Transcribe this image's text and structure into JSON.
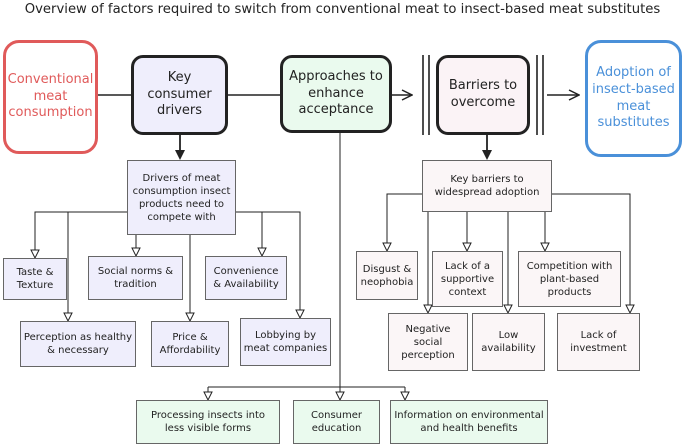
{
  "title": "Overview of factors required to switch from conventional meat to insect-based meat substitutes",
  "nodes": {
    "conventional": "Conventional\nmeat\nconsumption",
    "drivers": "Key consumer\ndrivers",
    "approaches": "Approaches to\nenhance\nacceptance",
    "barriers": "Barriers to\novercome",
    "adoption": "Adoption of\ninsect-based\nmeat\nsubstitutes",
    "drivers_sub": "Drivers of meat\nconsumption insect\nproducts need to\ncompete with",
    "barriers_sub": "Key barriers to\nwidespread adoption",
    "taste": "Taste &\nTexture",
    "social_norms": "Social norms &\ntradition",
    "convenience": "Convenience\n& Availability",
    "perception": "Perception as healthy\n& necessary",
    "price": "Price &\nAffordability",
    "lobbying": "Lobbying by\nmeat companies",
    "disgust": "Disgust &\nneophobia",
    "lack_context": "Lack of a\nsupportive\ncontext",
    "competition": "Competition with\nplant-based\nproducts",
    "negative": "Negative\nsocial\nperception",
    "low_avail": "Low\navailability",
    "lack_invest": "Lack of\ninvestment",
    "processing": "Processing insects into\nless visible forms",
    "education": "Consumer\neducation",
    "information": "Information on environmental\nand health benefits"
  }
}
